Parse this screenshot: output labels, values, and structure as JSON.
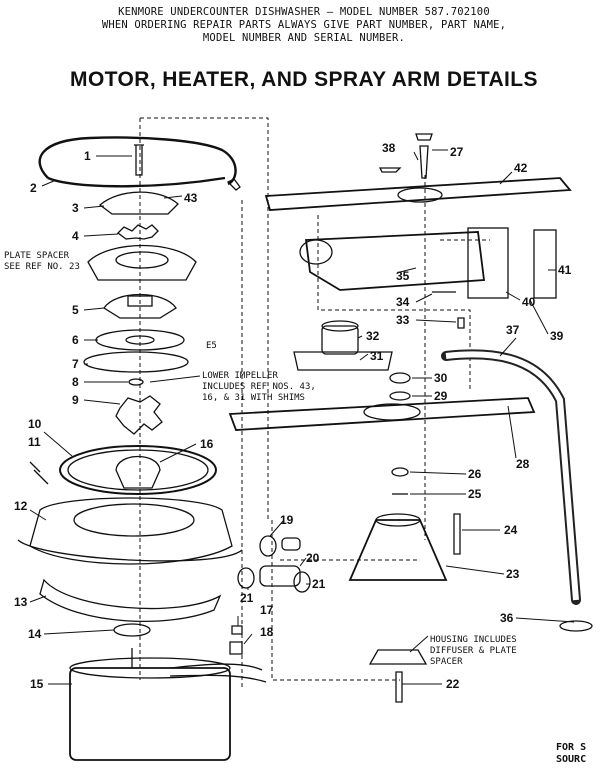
{
  "header": {
    "line1": "KENMORE UNDERCOUNTER DISHWASHER – MODEL NUMBER 587.702100",
    "line2": "WHEN ORDERING REPAIR PARTS ALWAYS GIVE PART NUMBER, PART NAME,",
    "line3": "MODEL NUMBER AND SERIAL NUMBER."
  },
  "title": "MOTOR, HEATER, AND SPRAY ARM DETAILS",
  "notes": {
    "plate_spacer_1": "PLATE SPACER",
    "plate_spacer_2": "SEE REF NO. 23",
    "impeller_1": "LOWER IMPELLER",
    "impeller_2": "INCLUDES REF NOS. 43,",
    "impeller_3": "16, & 31 WITH SHIMS",
    "housing_1": "HOUSING INCLUDES",
    "housing_2": "DIFFUSER & PLATE",
    "housing_3": "SPACER",
    "mark_e5": "E5"
  },
  "callouts": {
    "n1": "1",
    "n2": "2",
    "n3": "3",
    "n43": "43",
    "n4": "4",
    "n5": "5",
    "n6": "6",
    "n7": "7",
    "n8": "8",
    "n9": "9",
    "n10": "10",
    "n11": "11",
    "n16": "16",
    "n12": "12",
    "n13": "13",
    "n14": "14",
    "n15": "15",
    "n38": "38",
    "n27": "27",
    "n42": "42",
    "n41": "41",
    "n35": "35",
    "n34": "34",
    "n40": "40",
    "n33": "33",
    "n39": "39",
    "n32": "32",
    "n37": "37",
    "n31": "31",
    "n30": "30",
    "n29": "29",
    "n28": "28",
    "n26": "26",
    "n25": "25",
    "n19": "19",
    "n24": "24",
    "n20": "20",
    "n23": "23",
    "n21a": "21",
    "n21b": "21",
    "n17": "17",
    "n18": "18",
    "n36": "36",
    "n22": "22"
  },
  "footer": {
    "line1": "FOR S",
    "line2": "SOURC"
  }
}
